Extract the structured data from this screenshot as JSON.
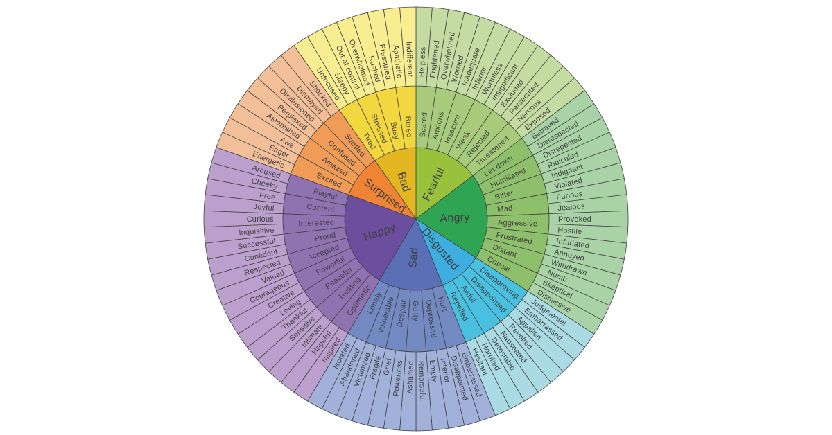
{
  "background": "#ffffff",
  "text_color": "#3e3e40",
  "line_color": "#414141",
  "chart_data": {
    "type": "sunburst",
    "rings": [
      "core",
      "middle",
      "outer"
    ],
    "order": "clockwise-from-top",
    "sections": [
      {
        "name": "Fearful",
        "colors": {
          "core": "#99C13C",
          "middle": "#A7CB7B",
          "outer": "#C4DCA1"
        },
        "children": [
          {
            "label": "Scared",
            "children": [
              "Helpless",
              "Frightened"
            ]
          },
          {
            "label": "Anxious",
            "children": [
              "Overwhelmed",
              "Worried"
            ]
          },
          {
            "label": "Insecure",
            "children": [
              "Inadequate",
              "Inferior"
            ]
          },
          {
            "label": "Weak",
            "children": [
              "Worthless",
              "Insignificant"
            ]
          },
          {
            "label": "Rejected",
            "children": [
              "Excluded",
              "Persecuted"
            ]
          },
          {
            "label": "Threatened",
            "children": [
              "Nervous",
              "Exposed"
            ]
          }
        ]
      },
      {
        "name": "Angry",
        "colors": {
          "core": "#2FA452",
          "middle": "#8EC06C",
          "outer": "#A9D2A6"
        },
        "children": [
          {
            "label": "Let down",
            "children": [
              "Betrayed",
              "Disrespected"
            ]
          },
          {
            "label": "Humiliated",
            "children": [
              "Disrepected",
              "Ridiculed"
            ]
          },
          {
            "label": "Bitter",
            "children": [
              "Indignant",
              "Violated"
            ]
          },
          {
            "label": "Mad",
            "children": [
              "Furious",
              "Jealous"
            ]
          },
          {
            "label": "Aggressive",
            "children": [
              "Provoked",
              "Hostile"
            ]
          },
          {
            "label": "Frustrated",
            "children": [
              "Infuriated",
              "Annoyed"
            ]
          },
          {
            "label": "Distant",
            "children": [
              "Withdrawn",
              "Numb"
            ]
          },
          {
            "label": "Critical",
            "children": [
              "Skeptical",
              "Dismissive"
            ]
          }
        ]
      },
      {
        "name": "Disgusted",
        "colors": {
          "core": "#3DAEDF",
          "middle": "#49C0DF",
          "outer": "#AADBE5"
        },
        "children": [
          {
            "label": "Disapproving",
            "children": [
              "Judgmental",
              "Embarrassed"
            ]
          },
          {
            "label": "Disappointed",
            "children": [
              "Appalled",
              "Revolted"
            ]
          },
          {
            "label": "Awful",
            "children": [
              "Nauseated",
              "Detestable"
            ]
          },
          {
            "label": "Repelled",
            "children": [
              "Horrified",
              "Hesitant"
            ]
          }
        ]
      },
      {
        "name": "Sad",
        "colors": {
          "core": "#5A6FB5",
          "middle": "#7389C2",
          "outer": "#A2B1D9"
        },
        "children": [
          {
            "label": "Hurt",
            "children": [
              "Embarrassed",
              "Disappointed"
            ]
          },
          {
            "label": "Depressed",
            "children": [
              "Inferior",
              "Empty"
            ]
          },
          {
            "label": "Guilty",
            "children": [
              "Remorseful",
              "Ashamed"
            ]
          },
          {
            "label": "Despair",
            "children": [
              "Powerless",
              "Grief"
            ]
          },
          {
            "label": "Vulnerable",
            "children": [
              "Fragile",
              "Victimized"
            ]
          },
          {
            "label": "Lonely",
            "children": [
              "Abandoned",
              "Isolated"
            ]
          }
        ]
      },
      {
        "name": "Happy",
        "colors": {
          "core": "#6C4E9F",
          "middle": "#8F72B0",
          "outer": "#BB9FCC"
        },
        "children": [
          {
            "label": "Optimistic",
            "children": [
              "Inspired",
              "Hopeful"
            ]
          },
          {
            "label": "Trusting",
            "children": [
              "Intimate",
              "Sensitive"
            ]
          },
          {
            "label": "Peaceful",
            "children": [
              "Thankful",
              "Loving"
            ]
          },
          {
            "label": "Powerful",
            "children": [
              "Creative",
              "Courageous"
            ]
          },
          {
            "label": "Accepted",
            "children": [
              "Valued",
              "Respected"
            ]
          },
          {
            "label": "Proud",
            "children": [
              "Confident",
              "Successful"
            ]
          },
          {
            "label": "Interested",
            "children": [
              "Inquisitive",
              "Curious"
            ]
          },
          {
            "label": "Content",
            "children": [
              "Joyful",
              "Free"
            ]
          },
          {
            "label": "Playful",
            "children": [
              "Cheeky",
              "Aroused"
            ]
          }
        ]
      },
      {
        "name": "Surprised",
        "colors": {
          "core": "#EE8434",
          "middle": "#F09C57",
          "outer": "#F3BF99"
        },
        "children": [
          {
            "label": "Excited",
            "children": [
              "Energetic",
              "Eager"
            ]
          },
          {
            "label": "Amazed",
            "children": [
              "Awe",
              "Astonished"
            ]
          },
          {
            "label": "Confused",
            "children": [
              "Perplexed",
              "Disillusioned"
            ]
          },
          {
            "label": "Startled",
            "children": [
              "Dismayed",
              "Shocked"
            ]
          }
        ]
      },
      {
        "name": "Bad",
        "colors": {
          "core": "#E2B722",
          "middle": "#F2D83E",
          "outer": "#F8EE91"
        },
        "children": [
          {
            "label": "Tired",
            "children": [
              "Unfocused",
              "Sleepy"
            ]
          },
          {
            "label": "Stressed",
            "children": [
              "Out of control",
              "Overwhelmed"
            ]
          },
          {
            "label": "Busy",
            "children": [
              "Rushed",
              "Pressured"
            ]
          },
          {
            "label": "Bored",
            "children": [
              "Apathetic",
              "Indifferent"
            ]
          }
        ]
      }
    ]
  }
}
